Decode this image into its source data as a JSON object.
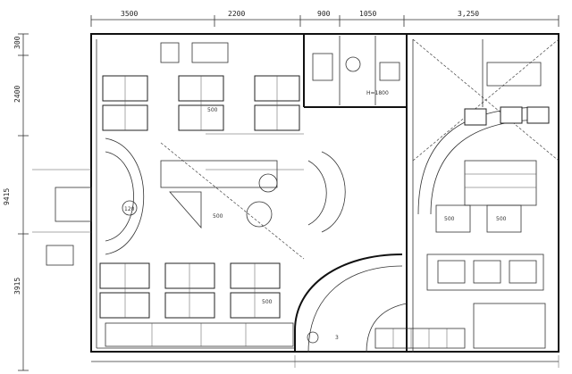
{
  "dimensions": {
    "top": [
      "3500",
      "2200",
      "900",
      "1050",
      "3,250"
    ],
    "left": [
      "300",
      "2400",
      "9415",
      "3915"
    ]
  },
  "labels": {
    "seat_marker": "120",
    "dim_500_a": "500",
    "dim_500_b": "500",
    "dim_500_c": "500",
    "dim_500_d": "500",
    "dim_500_e": "500",
    "h_label": "H=1800",
    "arrow_mark": "3"
  },
  "colors": {
    "line": "#111111",
    "background": "#ffffff"
  }
}
